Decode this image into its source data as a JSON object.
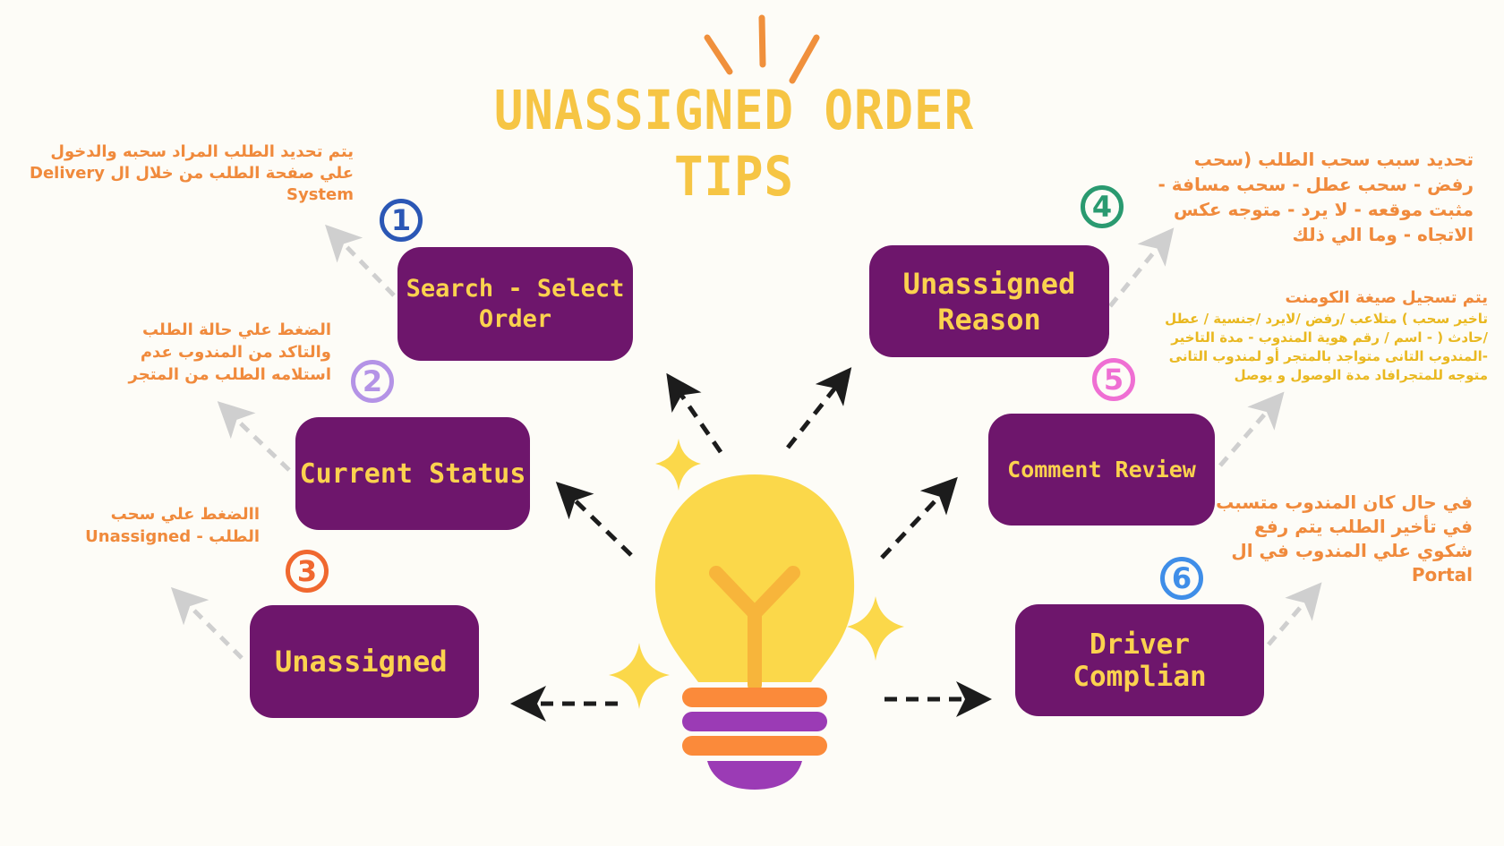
{
  "title": {
    "line1": "UNASSIGNED ORDER",
    "line2": "TIPS"
  },
  "colors": {
    "background": "#fdfcf7",
    "box_fill": "#6e166c",
    "box_text": "#fbd24e",
    "title": "#f6c544",
    "note_orange": "#f08a3c",
    "note_yellow": "#e9b820",
    "arrow_dark": "#1c1c1c",
    "arrow_light": "#cfcfcf",
    "bulb": "#fbd84a",
    "bulb_base_orange": "#fb8a3a",
    "bulb_base_purple": "#9b3bb5"
  },
  "steps": [
    {
      "number": "1",
      "label": "Search - Select Order",
      "ring_color": "#2b57b5",
      "note": "يتم تحديد الطلب المراد سحبه والدخول علي صفحة الطلب من خلال ال Delivery System"
    },
    {
      "number": "2",
      "label": "Current Status",
      "ring_color": "#b493e6",
      "note": "الضغط علي حالة الطلب والتاكد من المندوب عدم استلامه الطلب من المتجر"
    },
    {
      "number": "3",
      "label": "Unassigned",
      "ring_color": "#f0682f",
      "note": "االضغط علي سحب الطلب - Unassigned"
    },
    {
      "number": "4",
      "label": "Unassigned Reason",
      "ring_color": "#2a9a70",
      "note": "تحديد سبب سحب الطلب (سحب رفض - سحب عطل - سحب مسافة - مثبت موقعه - لا يرد - متوجه عكس الاتجاه - وما الي ذلك"
    },
    {
      "number": "5",
      "label": "Comment Review",
      "ring_color": "#ef6fd3",
      "note_title": "يتم تسجيل صيغة الكومنت",
      "note": "تاخير سحب ) متلاعب /رفض /لايرد /جنسية / عطل /حادث ( - اسم / رقم هوية المندوب - مدة التاخير -المندوب التانى متواجد بالمتجر أو لمندوب التانى متوجه للمتجرافاد مدة الوصول و يوصل"
    },
    {
      "number": "6",
      "label": "Driver Complian",
      "ring_color": "#3f8ee8",
      "note": "في حال كان المندوب متسبب في تأخير الطلب يتم رفع شكوي علي المندوب في ال Portal"
    }
  ]
}
